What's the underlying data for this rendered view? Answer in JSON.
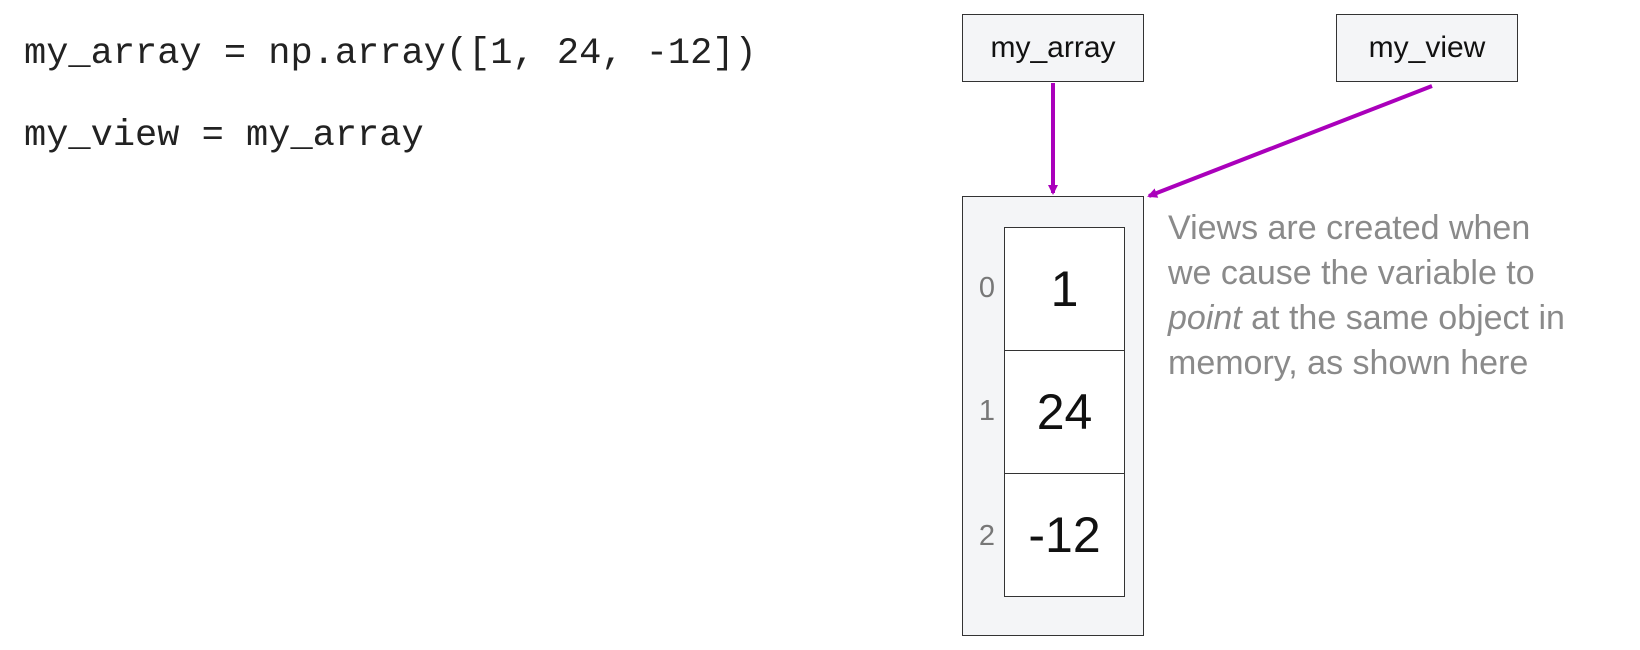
{
  "code": {
    "line1": "my_array = np.array([1, 24, -12])",
    "line2": "my_view = my_array"
  },
  "variables": {
    "array_name": "my_array",
    "view_name": "my_view"
  },
  "array": {
    "indices": [
      "0",
      "1",
      "2"
    ],
    "values": [
      "1",
      "24",
      "-12"
    ]
  },
  "note": {
    "line1": "Views are created when",
    "line2_before": "we cause the variable to",
    "line3_italic": "point",
    "line3_after": " at the same object in",
    "line4": "memory, as shown here"
  },
  "colors": {
    "arrow": "#aa00bb",
    "note_text": "#8a8a8a",
    "box_fill": "#f4f5f7"
  }
}
